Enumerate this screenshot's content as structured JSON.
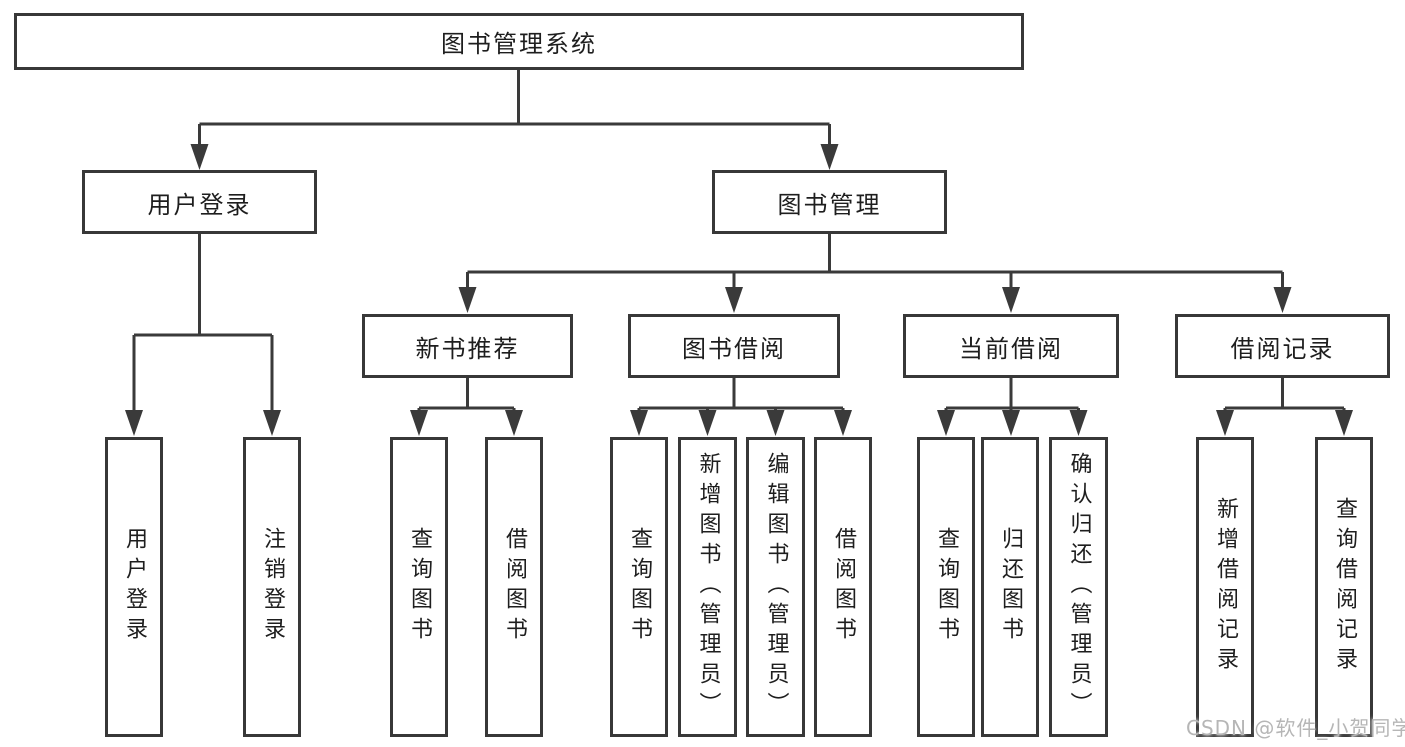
{
  "diagram": {
    "root": {
      "label": "图书管理系统"
    },
    "branches": [
      {
        "label": "用户登录",
        "children": [
          {
            "label": "用户登录"
          },
          {
            "label": "注销登录"
          }
        ]
      },
      {
        "label": "图书管理",
        "groups": [
          {
            "label": "新书推荐",
            "children": [
              {
                "label": "查询图书"
              },
              {
                "label": "借阅图书"
              }
            ]
          },
          {
            "label": "图书借阅",
            "children": [
              {
                "label": "查询图书"
              },
              {
                "label": "新增图书（管理员）"
              },
              {
                "label": "编辑图书（管理员）"
              },
              {
                "label": "借阅图书"
              }
            ]
          },
          {
            "label": "当前借阅",
            "children": [
              {
                "label": "查询图书"
              },
              {
                "label": "归还图书"
              },
              {
                "label": "确认归还（管理员）"
              }
            ]
          },
          {
            "label": "借阅记录",
            "children": [
              {
                "label": "新增借阅记录"
              },
              {
                "label": "查询借阅记录"
              }
            ]
          }
        ]
      }
    ]
  },
  "watermark": {
    "text": "CSDN @软件_小贺同学"
  },
  "colors": {
    "line": "#3a3a3a",
    "box_border": "#383838",
    "box_fill": "#ffffff",
    "text": "#1e1e1e",
    "watermark": "#b6b6b6",
    "background": "#ffffff"
  }
}
